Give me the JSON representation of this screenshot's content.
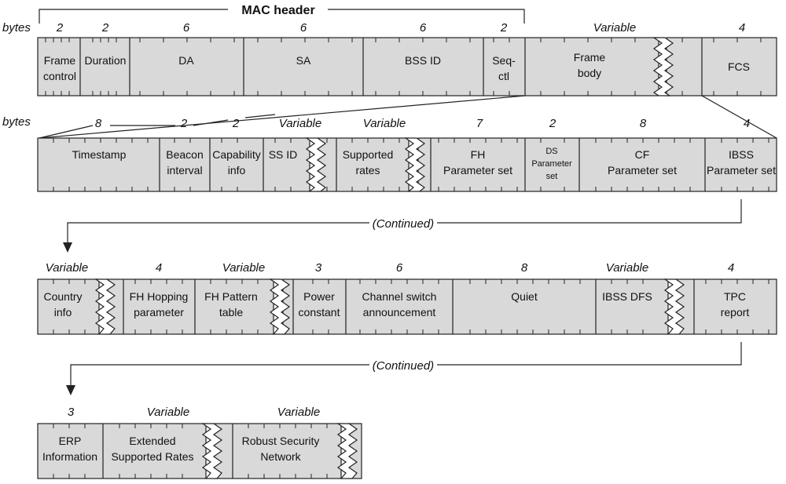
{
  "header_label": "MAC header",
  "bytes_label": "bytes",
  "continued_label": "(Continued)",
  "rows": [
    {
      "fields": [
        {
          "label": [
            "Frame",
            "control"
          ],
          "size": "2"
        },
        {
          "label": [
            "Duration"
          ],
          "size": "2"
        },
        {
          "label": [
            "DA"
          ],
          "size": "6"
        },
        {
          "label": [
            "SA"
          ],
          "size": "6"
        },
        {
          "label": [
            "BSS ID"
          ],
          "size": "6"
        },
        {
          "label": [
            "Seq-",
            "ctl"
          ],
          "size": "2"
        },
        {
          "label": [
            "Frame",
            "body"
          ],
          "size": "Variable"
        },
        {
          "label": [
            "FCS"
          ],
          "size": "4"
        }
      ]
    },
    {
      "fields": [
        {
          "label": [
            "Timestamp"
          ],
          "size": "8"
        },
        {
          "label": [
            "Beacon",
            "interval"
          ],
          "size": "2"
        },
        {
          "label": [
            "Capability",
            "info"
          ],
          "size": "2"
        },
        {
          "label": [
            "SS ID"
          ],
          "size": "Variable"
        },
        {
          "label": [
            "Supported",
            "rates"
          ],
          "size": "Variable"
        },
        {
          "label": [
            "FH",
            "Parameter set"
          ],
          "size": "7"
        },
        {
          "label": [
            "DS",
            "Parameter",
            "set"
          ],
          "size": "2"
        },
        {
          "label": [
            "CF",
            "Parameter set"
          ],
          "size": "8"
        },
        {
          "label": [
            "IBSS",
            "Parameter set"
          ],
          "size": "4"
        }
      ]
    },
    {
      "fields": [
        {
          "label": [
            "Country",
            "info"
          ],
          "size": "Variable"
        },
        {
          "label": [
            "FH Hopping",
            "parameter"
          ],
          "size": "4"
        },
        {
          "label": [
            "FH Pattern",
            "table"
          ],
          "size": "Variable"
        },
        {
          "label": [
            "Power",
            "constant"
          ],
          "size": "3"
        },
        {
          "label": [
            "Channel switch",
            "announcement"
          ],
          "size": "6"
        },
        {
          "label": [
            "Quiet"
          ],
          "size": "8"
        },
        {
          "label": [
            "IBSS DFS"
          ],
          "size": "Variable"
        },
        {
          "label": [
            "TPC",
            "report"
          ],
          "size": "4"
        }
      ]
    },
    {
      "fields": [
        {
          "label": [
            "ERP",
            "Information"
          ],
          "size": "3"
        },
        {
          "label": [
            "Extended",
            "Supported Rates"
          ],
          "size": "Variable"
        },
        {
          "label": [
            "Robust Security",
            "Network"
          ],
          "size": "Variable"
        }
      ]
    }
  ]
}
